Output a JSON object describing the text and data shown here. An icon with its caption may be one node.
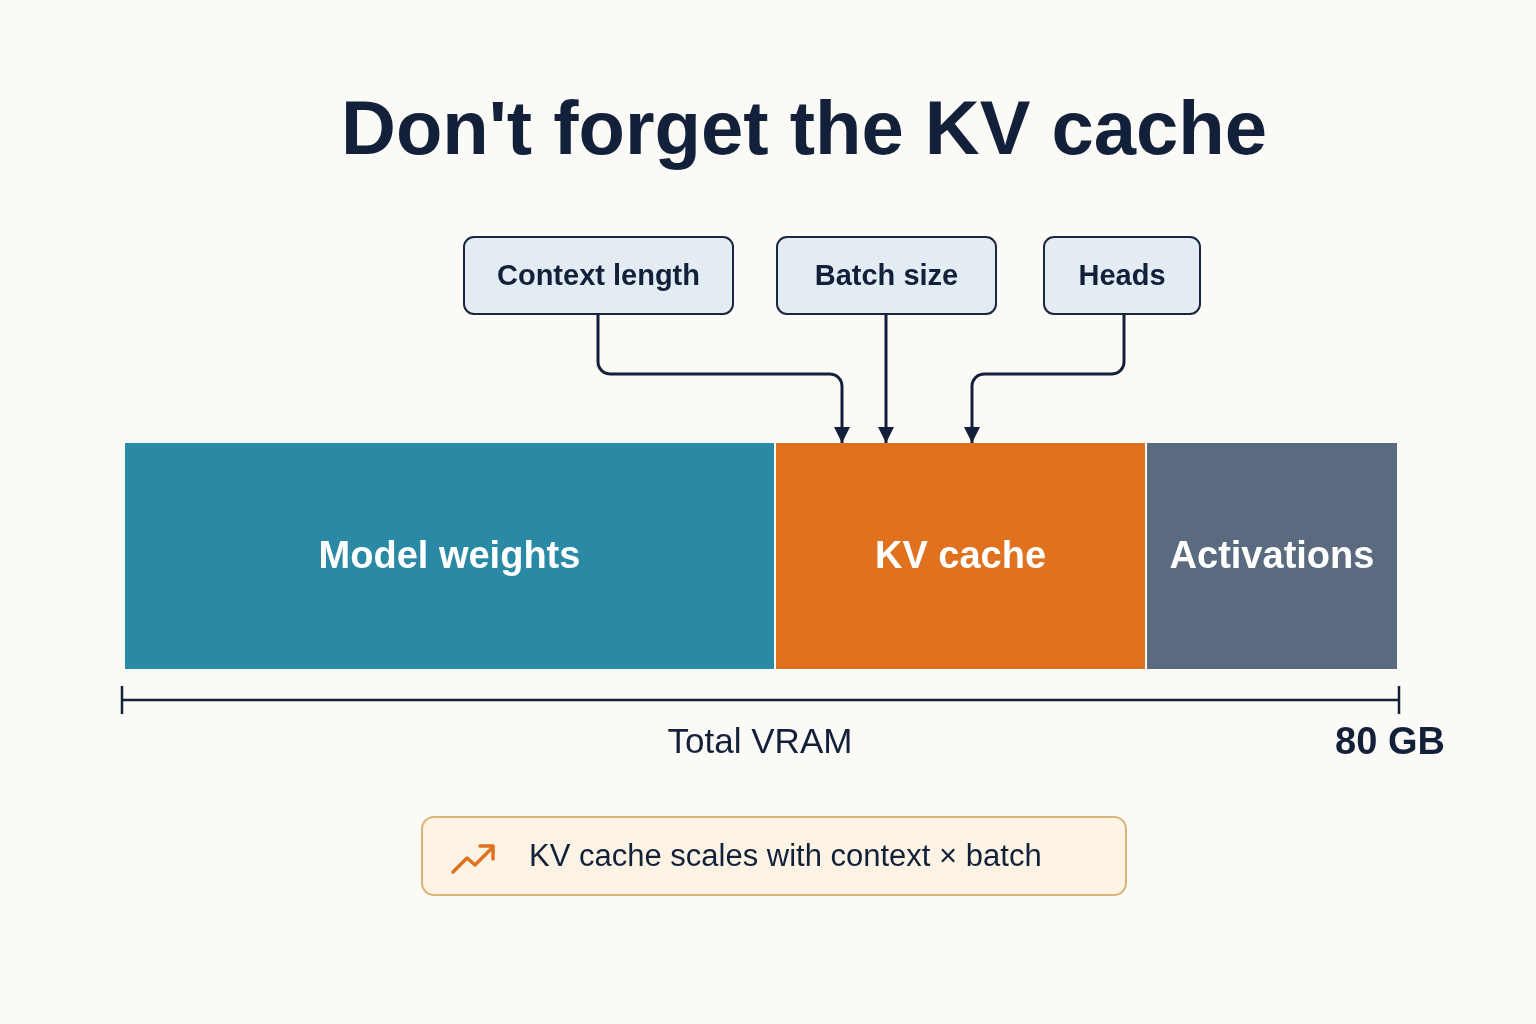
{
  "diagram": {
    "title": "Don't forget the KV cache",
    "nodes": [
      {
        "text": [
          "Context length"
        ]
      },
      {
        "text": [
          "Batch size"
        ]
      },
      {
        "text": [
          "Heads"
        ]
      },
      {
        "text": [
          "Model weights"
        ]
      },
      {
        "text": [
          "KV cache"
        ]
      },
      {
        "text": [
          "Activations"
        ]
      },
      {
        "text": [
          "KV cache scales with context × batch"
        ]
      }
    ],
    "edges": [
      {
        "from": 0,
        "to": 4,
        "arrow": "to"
      },
      {
        "from": 1,
        "to": 4,
        "arrow": "to"
      },
      {
        "from": 2,
        "to": 4,
        "arrow": "to"
      }
    ],
    "labels": [
      "Total VRAM",
      "80 GB"
    ]
  }
}
